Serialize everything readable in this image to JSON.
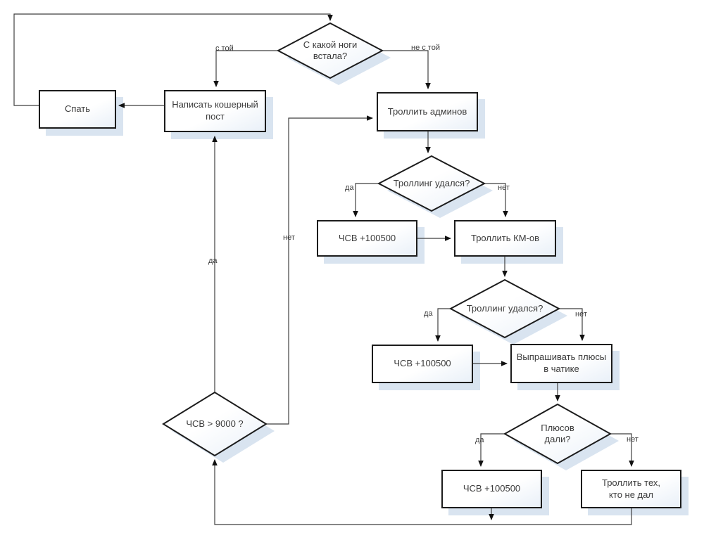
{
  "flowchart": {
    "nodes": {
      "wake_question": "С какой ноги\nвстала?",
      "sleep": "Спать",
      "write_post": "Написать кошерный\nпост",
      "troll_admins": "Троллить админов",
      "trolling_ok_1": "Троллинг удался?",
      "chsv_1": "ЧСВ +100500",
      "troll_kms": "Троллить КМ-ов",
      "trolling_ok_2": "Троллинг удался?",
      "chsv_2": "ЧСВ +100500",
      "beg_pluses": "Выпрашивать плюсы\nв чатике",
      "pluses_given": "Плюсов\nдали?",
      "chsv_3": "ЧСВ +100500",
      "troll_nongivers": "Троллить тех,\nкто не дал",
      "chsv_over_9000": "ЧСВ > 9000 ?"
    },
    "edge_labels": {
      "wake_yes": "с той",
      "wake_no": "не с той",
      "ok1_yes": "да",
      "ok1_no": "нет",
      "ok2_yes": "да",
      "ok2_no": "нет",
      "pluses_yes": "да",
      "pluses_no": "нет",
      "chsv9000_yes": "да",
      "chsv9000_no": "нет"
    },
    "colors": {
      "node_border": "#1c1c1c",
      "node_fill_top": "#ffffff",
      "node_fill_bottom": "#e9f0f8",
      "shadow": "#d9e4f0",
      "connector": "#3f3f3f",
      "text": "#3b3b3b"
    }
  }
}
